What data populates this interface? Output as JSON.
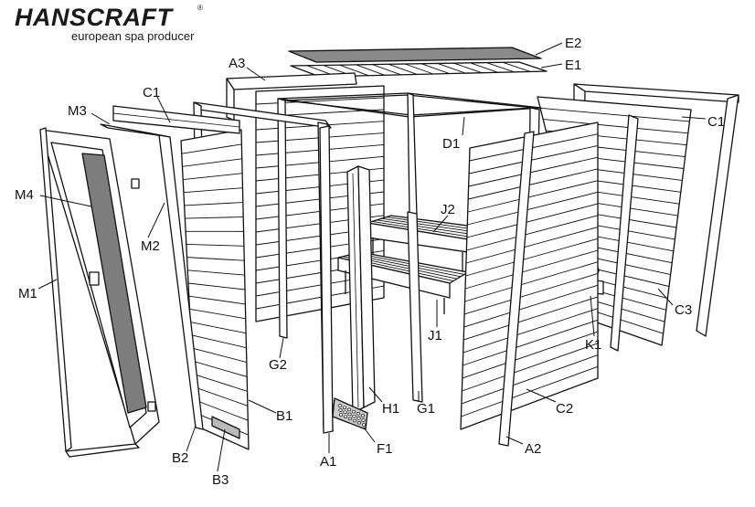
{
  "brand": {
    "name": "HANSCRAFT",
    "reg": "®",
    "tagline": "european spa producer"
  },
  "labels": {
    "E2": "E2",
    "E1": "E1",
    "A3": "A3",
    "C1_left": "C1",
    "C1_right": "C1",
    "M3": "M3",
    "D1": "D1",
    "M4": "M4",
    "J2": "J2",
    "M2": "M2",
    "M1": "M1",
    "C3": "C3",
    "J1": "J1",
    "K1": "K1",
    "G2": "G2",
    "B1": "B1",
    "H1": "H1",
    "G1": "G1",
    "C2": "C2",
    "B2": "B2",
    "F1": "F1",
    "A2": "A2",
    "A1": "A1",
    "B3": "B3"
  }
}
